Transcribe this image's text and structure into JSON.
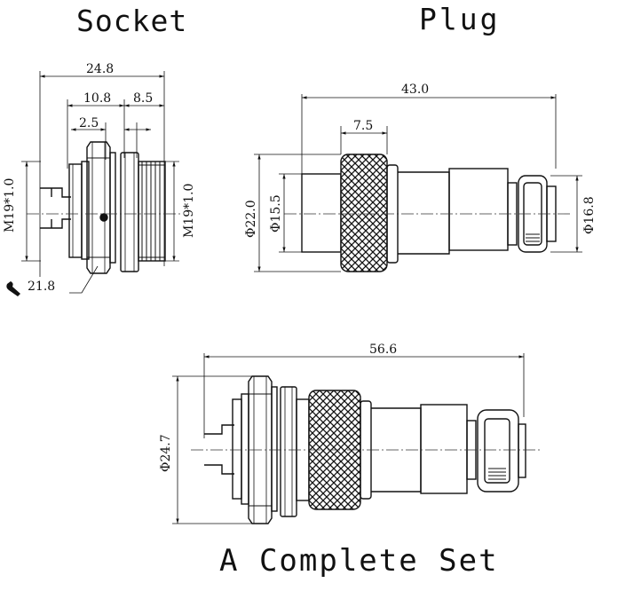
{
  "titles": {
    "socket": "Socket",
    "plug": "Plug",
    "complete_set": "A Complete Set"
  },
  "socket": {
    "overall_length": "24.8",
    "flange_to_thread": "10.8",
    "thread_section": "8.5",
    "panel_offset": "2.5",
    "thread_left": "M19*1.0",
    "thread_right": "M19*1.0",
    "wrench_size": "21.8"
  },
  "plug": {
    "overall_length": "43.0",
    "knurl_width": "7.5",
    "outer_diameter": "Φ22.0",
    "inner_diameter": "Φ15.5",
    "cable_diameter": "Φ16.8"
  },
  "complete_set": {
    "overall_length": "56.6",
    "diameter": "Φ24.7"
  },
  "colors": {
    "line": "#111111",
    "centerline": "#333333",
    "background": "#ffffff"
  }
}
